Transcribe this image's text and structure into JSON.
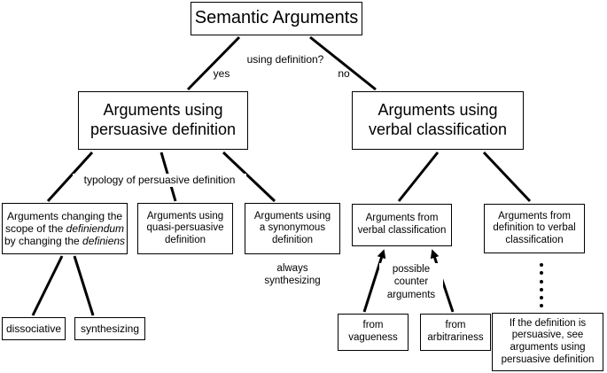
{
  "root": {
    "label": "Semantic Arguments"
  },
  "edges": {
    "question": "using definition?",
    "yes": "yes",
    "no": "no"
  },
  "persuasive": {
    "line1": "Arguments using",
    "line2": "persuasive definition",
    "typology": "typology of persuasive definition",
    "changing": {
      "line1": "Arguments changing the",
      "line2_pre": "scope of the ",
      "line2_em": "definiendum",
      "line3_pre": "by changing the ",
      "line3_em": "definiens"
    },
    "quasi": {
      "line1": "Arguments using",
      "line2": "quasi-persuasive",
      "line3": "definition"
    },
    "synonymous": {
      "line1": "Arguments using",
      "line2": "a synonymous",
      "line3": "definition"
    },
    "always": {
      "line1": "always",
      "line2": "synthesizing"
    },
    "dissociative": "dissociative",
    "synthesizing": "synthesizing"
  },
  "verbal": {
    "line1": "Arguments using",
    "line2": "verbal classification",
    "from_verbal": {
      "line1": "Arguments from",
      "line2": "verbal classification"
    },
    "from_definition": {
      "line1": "Arguments from",
      "line2": "definition to verbal",
      "line3": "classification"
    },
    "counter": {
      "line1": "possible",
      "line2": "counter",
      "line3": "arguments"
    },
    "vagueness": {
      "line1": "from",
      "line2": "vagueness"
    },
    "arbitrariness": {
      "line1": "from",
      "line2": "arbitrariness"
    },
    "note": {
      "line1": "If the definition is",
      "line2": "persuasive, see",
      "line3": "arguments using",
      "line4": "persuasive definition"
    }
  }
}
